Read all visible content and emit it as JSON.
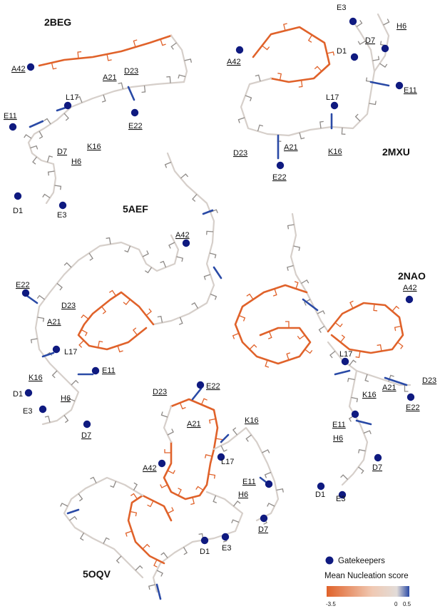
{
  "colors": {
    "destabilizing": "#e0622a",
    "neutral": "#e2dcd8",
    "stabilizing": "#2a4aa6",
    "gatekeeper": "#0f1a80"
  },
  "structures": [
    {
      "id": "2beg",
      "name": "2BEG",
      "residues": [
        {
          "id": "a42",
          "label": "A42",
          "u": true
        },
        {
          "id": "a21",
          "label": "A21",
          "u": true
        },
        {
          "id": "d23",
          "label": "D23",
          "u": true
        },
        {
          "id": "l17",
          "label": "L17",
          "u": false
        },
        {
          "id": "e11",
          "label": "E11",
          "u": true
        },
        {
          "id": "e22",
          "label": "E22",
          "u": true
        },
        {
          "id": "d7",
          "label": "D7",
          "u": true
        },
        {
          "id": "k16",
          "label": "K16",
          "u": true
        },
        {
          "id": "h6",
          "label": "H6",
          "u": true
        },
        {
          "id": "d1",
          "label": "D1",
          "u": false
        },
        {
          "id": "e3",
          "label": "E3",
          "u": false
        }
      ]
    },
    {
      "id": "2mxu",
      "name": "2MXU",
      "residues": [
        {
          "id": "e3",
          "label": "E3",
          "u": false
        },
        {
          "id": "h6",
          "label": "H6",
          "u": true
        },
        {
          "id": "d7",
          "label": "D7",
          "u": true
        },
        {
          "id": "d1",
          "label": "D1",
          "u": false
        },
        {
          "id": "a42",
          "label": "A42",
          "u": true
        },
        {
          "id": "e11",
          "label": "E11",
          "u": true
        },
        {
          "id": "l17",
          "label": "L17",
          "u": false
        },
        {
          "id": "d23",
          "label": "D23",
          "u": true
        },
        {
          "id": "a21",
          "label": "A21",
          "u": true
        },
        {
          "id": "k16",
          "label": "K16",
          "u": true
        },
        {
          "id": "e22",
          "label": "E22",
          "u": true
        }
      ]
    },
    {
      "id": "5aef",
      "name": "5AEF",
      "residues": [
        {
          "id": "a42",
          "label": "A42",
          "u": true
        },
        {
          "id": "e22",
          "label": "E22",
          "u": true
        },
        {
          "id": "d23",
          "label": "D23",
          "u": true
        },
        {
          "id": "a21",
          "label": "A21",
          "u": true
        },
        {
          "id": "l17",
          "label": "L17",
          "u": false
        },
        {
          "id": "k16",
          "label": "K16",
          "u": true
        },
        {
          "id": "e11",
          "label": "E11",
          "u": true
        },
        {
          "id": "d1",
          "label": "D1",
          "u": false
        },
        {
          "id": "h6",
          "label": "H6",
          "u": true
        },
        {
          "id": "e3",
          "label": "E3",
          "u": false
        },
        {
          "id": "d7",
          "label": "D7",
          "u": true
        }
      ]
    },
    {
      "id": "2nao",
      "name": "2NAO",
      "residues": [
        {
          "id": "a42",
          "label": "A42",
          "u": true
        },
        {
          "id": "l17",
          "label": "L17",
          "u": false
        },
        {
          "id": "d23",
          "label": "D23",
          "u": true
        },
        {
          "id": "k16",
          "label": "K16",
          "u": true
        },
        {
          "id": "a21",
          "label": "A21",
          "u": true
        },
        {
          "id": "e22",
          "label": "E22",
          "u": true
        },
        {
          "id": "e11",
          "label": "E11",
          "u": true
        },
        {
          "id": "h6",
          "label": "H6",
          "u": true
        },
        {
          "id": "d7",
          "label": "D7",
          "u": true
        },
        {
          "id": "d1",
          "label": "D1",
          "u": false
        },
        {
          "id": "e3",
          "label": "E3",
          "u": false
        }
      ]
    },
    {
      "id": "5oqv",
      "name": "5OQV",
      "residues": [
        {
          "id": "d23",
          "label": "D23",
          "u": true
        },
        {
          "id": "e22",
          "label": "E22",
          "u": true
        },
        {
          "id": "a21",
          "label": "A21",
          "u": true
        },
        {
          "id": "k16",
          "label": "K16",
          "u": true
        },
        {
          "id": "a42",
          "label": "A42",
          "u": true
        },
        {
          "id": "l17",
          "label": "L17",
          "u": false
        },
        {
          "id": "e11",
          "label": "E11",
          "u": true
        },
        {
          "id": "h6",
          "label": "H6",
          "u": true
        },
        {
          "id": "d7",
          "label": "D7",
          "u": true
        },
        {
          "id": "d1",
          "label": "D1",
          "u": false
        },
        {
          "id": "e3",
          "label": "E3",
          "u": false
        }
      ]
    }
  ],
  "legend": {
    "gatekeepers_label": "Gatekeepers",
    "score_label": "Mean Nucleation score",
    "tick_min": "-3.5",
    "tick_mid": "0",
    "tick_max": "0.5"
  }
}
